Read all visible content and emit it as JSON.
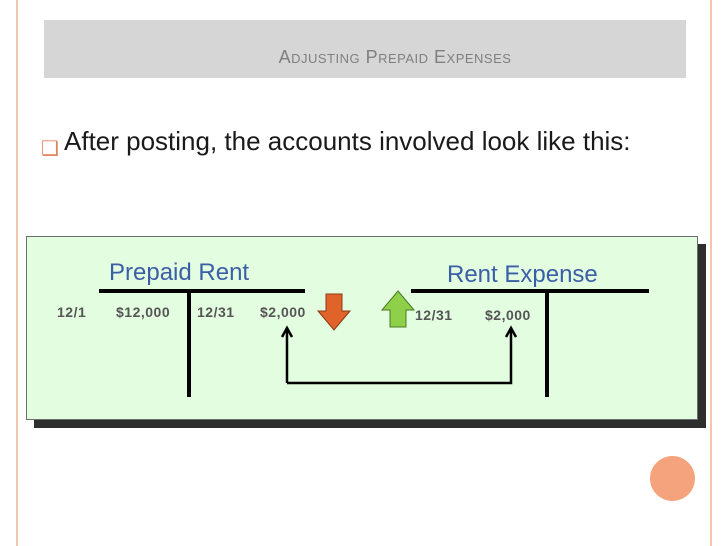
{
  "slide": {
    "title": "Adjusting Prepaid Expenses",
    "bullet": "After posting, the accounts involved look like this:"
  },
  "accounts": {
    "prepaid_rent": {
      "title": "Prepaid Rent",
      "debit_date": "12/1",
      "debit_amount": "$12,000",
      "credit_date": "12/31",
      "credit_amount": "$2,000"
    },
    "rent_expense": {
      "title": "Rent Expense",
      "debit_date": "12/31",
      "debit_amount": "$2,000"
    }
  },
  "colors": {
    "down_arrow": "#e0642a",
    "up_arrow": "#8ed04a",
    "panel": "#e3fde0",
    "title_bar": "#d6d6d6",
    "accent": "#f5a37c"
  },
  "icons": {
    "down_arrow": "arrow-down-icon",
    "up_arrow": "arrow-up-icon"
  }
}
